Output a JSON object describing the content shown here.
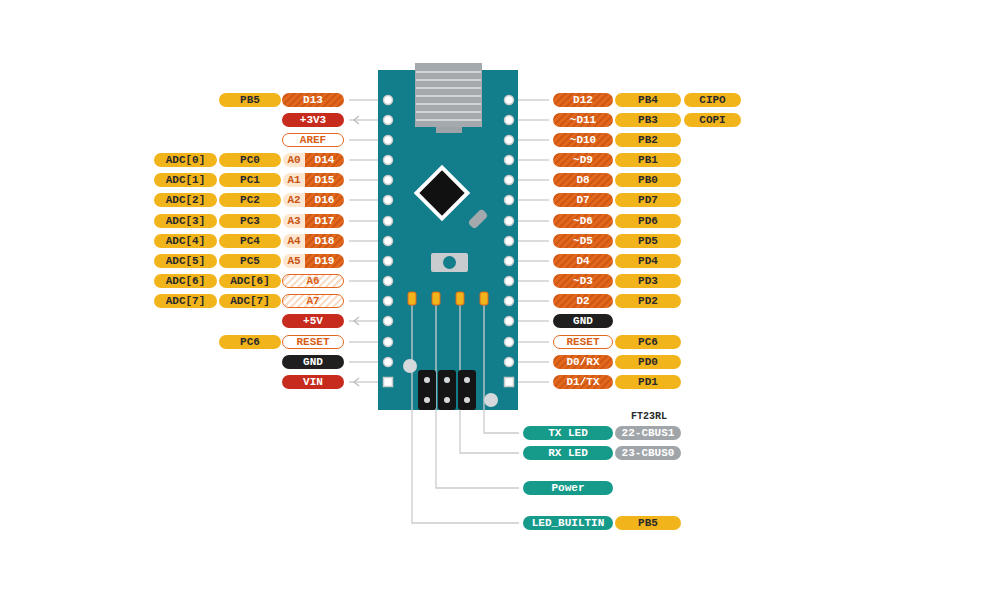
{
  "diagram": {
    "nodes": [
      {
        "text": [
          "PB5"
        ]
      },
      {
        "text": [
          "D13"
        ]
      },
      {
        "text": [
          "D12"
        ]
      },
      {
        "text": [
          "PB4"
        ]
      },
      {
        "text": [
          "CIPO"
        ]
      },
      {
        "text": [
          "+3V3"
        ]
      },
      {
        "text": [
          "~D11"
        ]
      },
      {
        "text": [
          "PB3"
        ]
      },
      {
        "text": [
          "COPI"
        ]
      },
      {
        "text": [
          "AREF"
        ]
      },
      {
        "text": [
          "~D10"
        ]
      },
      {
        "text": [
          "PB2"
        ]
      },
      {
        "text": [
          "ADC[0]"
        ]
      },
      {
        "text": [
          "PC0"
        ]
      },
      {
        "text": [
          "A0"
        ]
      },
      {
        "text": [
          "D14"
        ]
      },
      {
        "text": [
          "~D9"
        ]
      },
      {
        "text": [
          "PB1"
        ]
      },
      {
        "text": [
          "ADC[1]"
        ]
      },
      {
        "text": [
          "PC1"
        ]
      },
      {
        "text": [
          "A1"
        ]
      },
      {
        "text": [
          "D15"
        ]
      },
      {
        "text": [
          "D8"
        ]
      },
      {
        "text": [
          "PB0"
        ]
      },
      {
        "text": [
          "ADC[2]"
        ]
      },
      {
        "text": [
          "PC2"
        ]
      },
      {
        "text": [
          "A2"
        ]
      },
      {
        "text": [
          "D16"
        ]
      },
      {
        "text": [
          "D7"
        ]
      },
      {
        "text": [
          "PD7"
        ]
      },
      {
        "text": [
          "ADC[3]"
        ]
      },
      {
        "text": [
          "PC3"
        ]
      },
      {
        "text": [
          "A3"
        ]
      },
      {
        "text": [
          "D17"
        ]
      },
      {
        "text": [
          "~D6"
        ]
      },
      {
        "text": [
          "PD6"
        ]
      },
      {
        "text": [
          "ADC[4]"
        ]
      },
      {
        "text": [
          "PC4"
        ]
      },
      {
        "text": [
          "A4"
        ]
      },
      {
        "text": [
          "D18"
        ]
      },
      {
        "text": [
          "~D5"
        ]
      },
      {
        "text": [
          "PD5"
        ]
      },
      {
        "text": [
          "ADC[5]"
        ]
      },
      {
        "text": [
          "PC5"
        ]
      },
      {
        "text": [
          "A5"
        ]
      },
      {
        "text": [
          "D19"
        ]
      },
      {
        "text": [
          "D4"
        ]
      },
      {
        "text": [
          "PD4"
        ]
      },
      {
        "text": [
          "ADC[6]"
        ]
      },
      {
        "text": [
          "ADC[6]"
        ]
      },
      {
        "text": [
          "A6"
        ]
      },
      {
        "text": [
          "~D3"
        ]
      },
      {
        "text": [
          "PD3"
        ]
      },
      {
        "text": [
          "ADC[7]"
        ]
      },
      {
        "text": [
          "ADC[7]"
        ]
      },
      {
        "text": [
          "A7"
        ]
      },
      {
        "text": [
          "D2"
        ]
      },
      {
        "text": [
          "PD2"
        ]
      },
      {
        "text": [
          "+5V"
        ]
      },
      {
        "text": [
          "GND"
        ]
      },
      {
        "text": [
          "PC6"
        ]
      },
      {
        "text": [
          "RESET"
        ]
      },
      {
        "text": [
          "RESET"
        ]
      },
      {
        "text": [
          "PC6"
        ]
      },
      {
        "text": [
          "GND"
        ]
      },
      {
        "text": [
          "D0/RX"
        ]
      },
      {
        "text": [
          "PD0"
        ]
      },
      {
        "text": [
          "VIN"
        ]
      },
      {
        "text": [
          "D1/TX"
        ]
      },
      {
        "text": [
          "PD1"
        ]
      },
      {
        "text": [
          "TX LED"
        ]
      },
      {
        "text": [
          "22-CBUS1"
        ]
      },
      {
        "text": [
          "RX LED"
        ]
      },
      {
        "text": [
          "23-CBUS0"
        ]
      },
      {
        "text": [
          "Power"
        ]
      },
      {
        "text": [
          "LED_BUILTIN"
        ]
      },
      {
        "text": [
          "PB5"
        ]
      }
    ],
    "labels": [
      "FT23RL"
    ]
  }
}
